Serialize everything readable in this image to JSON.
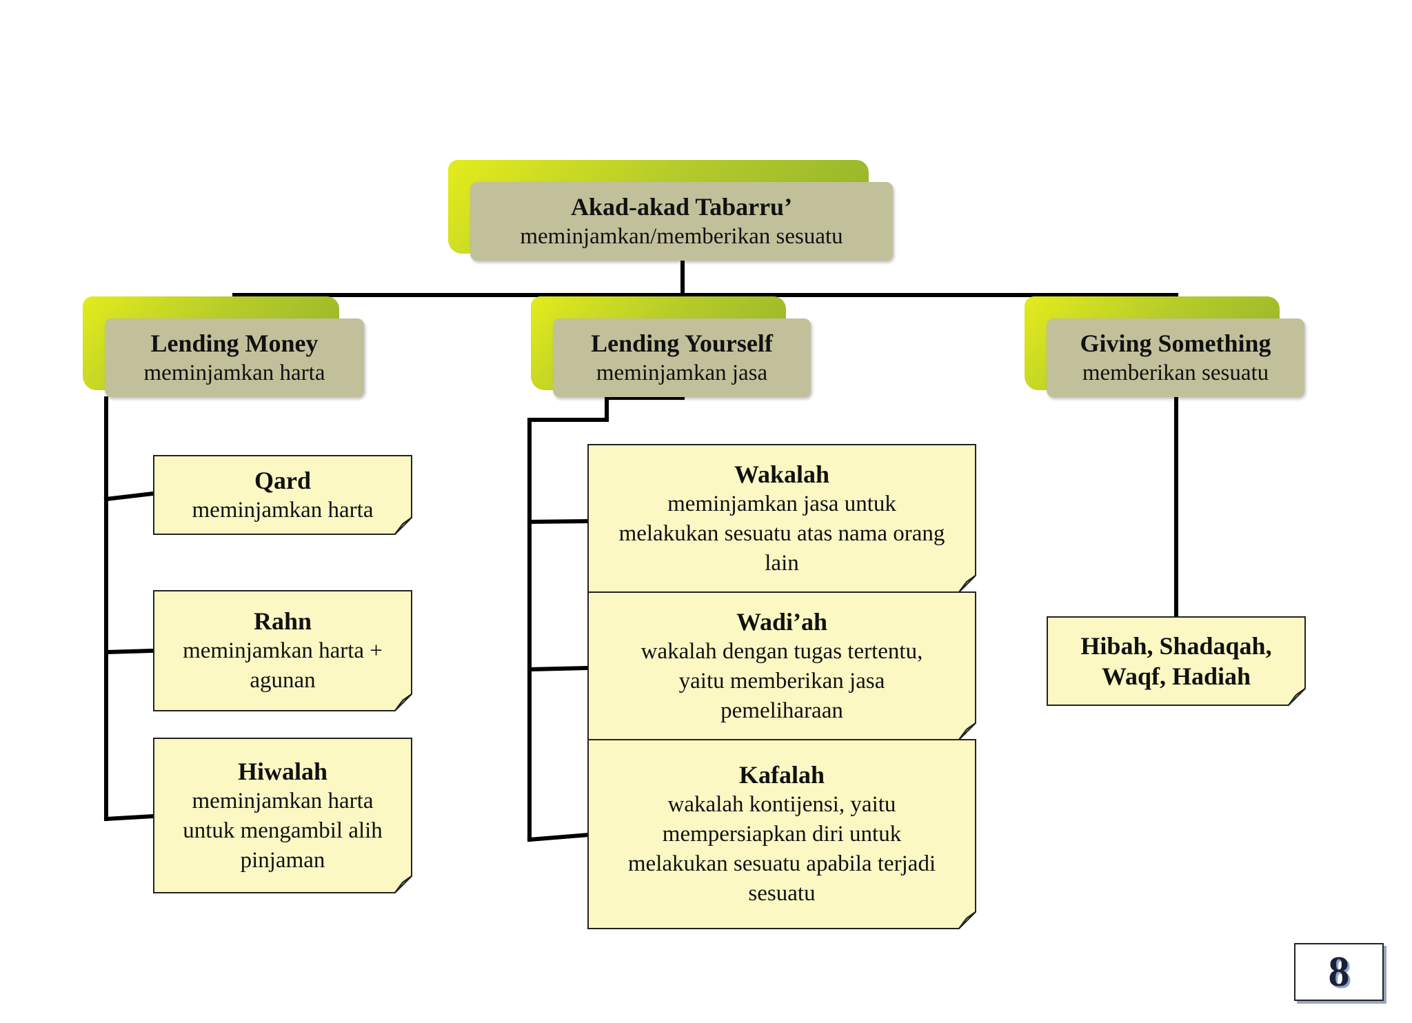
{
  "root": {
    "title": "Akad-akad Tabarru’",
    "subtitle": "meminjamkan/memberikan sesuatu"
  },
  "branches": [
    {
      "title": "Lending Money",
      "subtitle": "meminjamkan harta",
      "children": [
        {
          "title": "Qard",
          "desc": [
            "meminjamkan harta"
          ]
        },
        {
          "title": "Rahn",
          "desc": [
            "meminjamkan harta +",
            "agunan"
          ]
        },
        {
          "title": "Hiwalah",
          "desc": [
            "meminjamkan harta",
            "untuk mengambil alih",
            "pinjaman"
          ]
        }
      ]
    },
    {
      "title": "Lending Yourself",
      "subtitle": "meminjamkan jasa",
      "children": [
        {
          "title": "Wakalah",
          "desc": [
            "meminjamkan jasa untuk",
            "melakukan sesuatu atas nama orang",
            "lain"
          ]
        },
        {
          "title": "Wadi’ah",
          "desc": [
            "wakalah dengan tugas tertentu,",
            "yaitu memberikan jasa",
            "pemeliharaan"
          ]
        },
        {
          "title": "Kafalah",
          "desc": [
            "wakalah kontijensi, yaitu",
            "mempersiapkan diri untuk",
            "melakukan sesuatu apabila terjadi",
            "sesuatu"
          ]
        }
      ]
    },
    {
      "title": "Giving Something",
      "subtitle": "memberikan sesuatu",
      "children": [
        {
          "title": "Hibah, Shadaqah,",
          "desc": [],
          "title2": "Waqf, Hadiah"
        }
      ]
    }
  ],
  "page_number": "8",
  "colors": {
    "header_face": "#c2c09a",
    "header_accent": "#c8d82a",
    "note_fill": "#fbf8c4",
    "line": "#000000"
  }
}
